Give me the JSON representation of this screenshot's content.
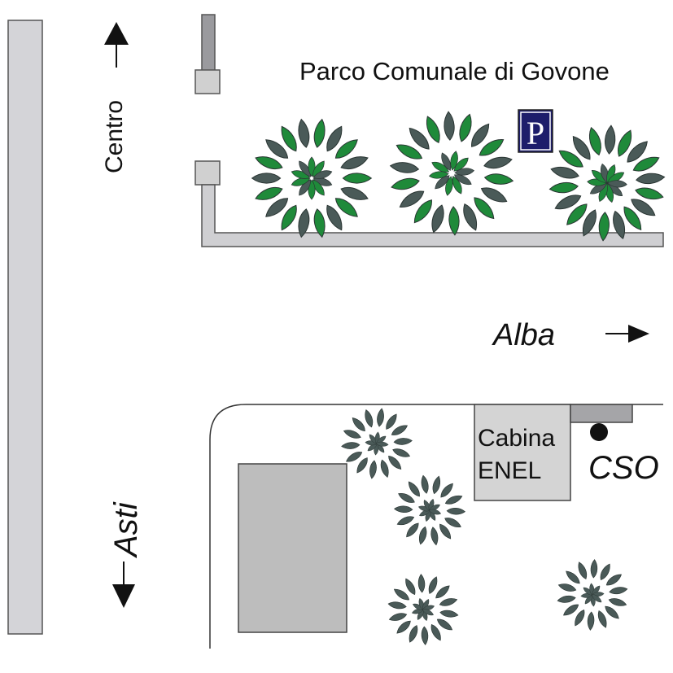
{
  "map": {
    "park_label": "Parco Comunale di Govone",
    "parking_label": "P",
    "direction_center": "Centro",
    "direction_alba": "Alba",
    "direction_asti": "Asti",
    "cabin_label_line1": "Cabina",
    "cabin_label_line2": "ENEL",
    "cso_label": "CSO"
  },
  "colors": {
    "road_fill": "#d4d4d8",
    "building_fill": "#bdbdbd",
    "tree_dark": "#4a5a58",
    "tree_green": "#1f8a3a",
    "parking_bg": "#1d1d6b"
  }
}
